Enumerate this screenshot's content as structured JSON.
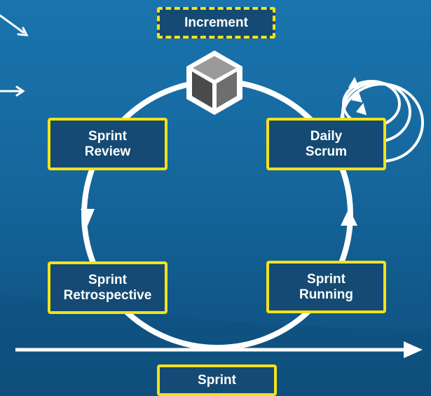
{
  "diagram": {
    "increment": {
      "label": "Increment"
    },
    "sprint": {
      "label": "Sprint"
    },
    "stages": {
      "review": {
        "line1": "Sprint",
        "line2": "Review"
      },
      "daily_scrum": {
        "line1": "Daily",
        "line2": "Scrum"
      },
      "retrospective": {
        "line1": "Sprint",
        "line2": "Retrospective"
      },
      "running": {
        "line1": "Sprint",
        "line2": "Running"
      }
    },
    "icons": {
      "increment_icon": "cube-icon",
      "daily_loop_icon": "loop-icon"
    },
    "colors": {
      "box_border": "#f2e21a",
      "box_fill": "#144a73",
      "cycle_line": "#ffffff"
    }
  }
}
